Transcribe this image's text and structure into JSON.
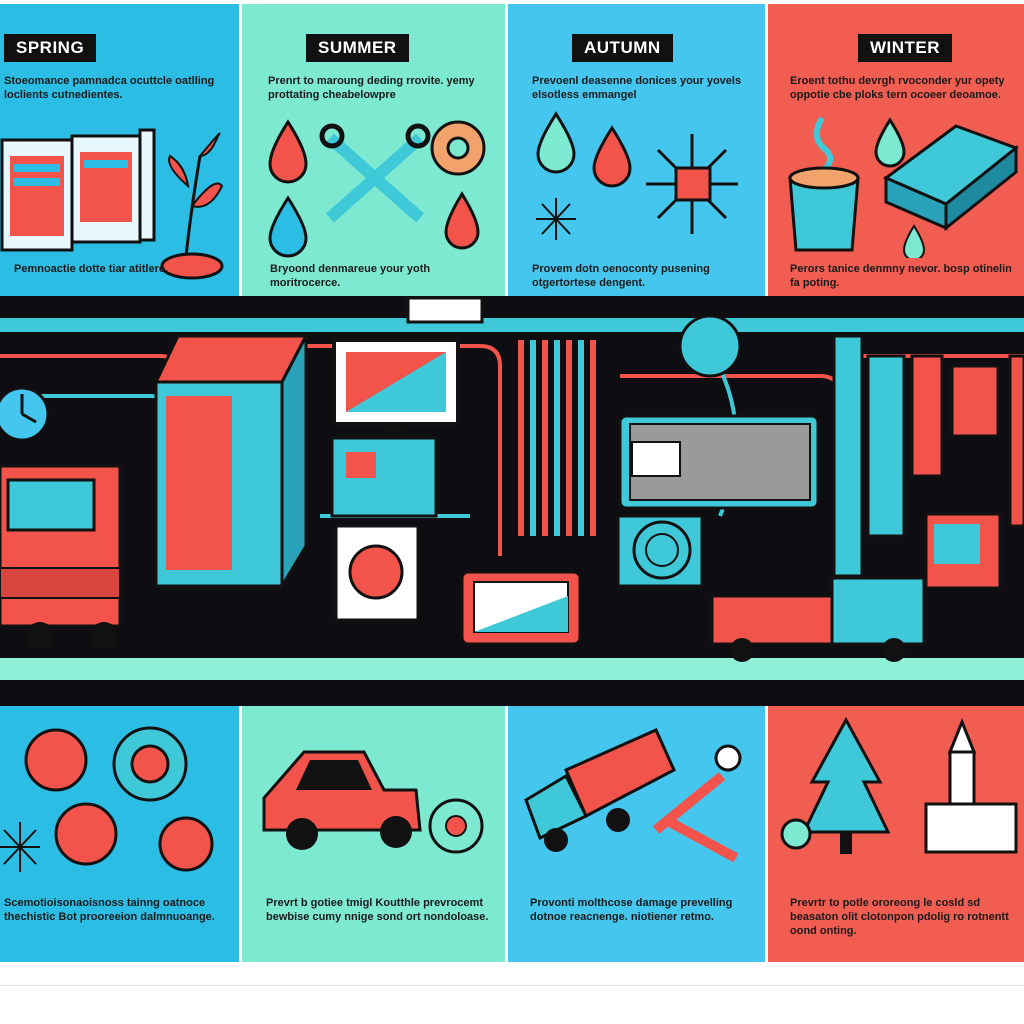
{
  "seasons": [
    {
      "title": "SPRING",
      "top_text": "Stoeomance pamnadca ocuttcle oatlling loclients cutnedientes.",
      "mid_text": "Pemnoactie dotte tiar atitlere.",
      "bottom_text": "Scemotioisonaoisnoss tainng oatnoce thechistic Bot prooreeion dalmnuoange."
    },
    {
      "title": "SUMMER",
      "top_text": "Prenrt to maroung deding rrovite. yemy prottating cheabelowpre",
      "mid_text": "Bryoond denmareue your yoth moritrocerce.",
      "bottom_text": "Prevrt b gotiee tmigl Koutthle prevrocemt bewbise cumy nnige sond ort nondoloase."
    },
    {
      "title": "AUTUMN",
      "top_text": "Prevoenl deasenne donices your yovels elsotless emmangel",
      "mid_text": "Provem dotn oenoconty pusening otgertortese dengent.",
      "bottom_text": "Provonti molthcose damage prevelling dotnoe reacnenge. niotiener retmo."
    },
    {
      "title": "WINTER",
      "top_text": "Eroent tothu devrgh rvoconder yur opety oppotie cbe ploks tern ocoeer deoamoe.",
      "mid_text": "Perors tanice denmny nevor. bosp otinelin fa poting.",
      "bottom_text": "Prevrtr to potle ororeong le cosld sd beasaton olit clotonpon pdolig ro rotnentt oond onting."
    }
  ],
  "colors": {
    "spring": "#2bbde4",
    "summer": "#7de9d1",
    "autumn": "#45c6ee",
    "winter": "#f25d52",
    "dark": "#0e0e12",
    "red": "#f2544c",
    "teal": "#3fc9d8"
  }
}
